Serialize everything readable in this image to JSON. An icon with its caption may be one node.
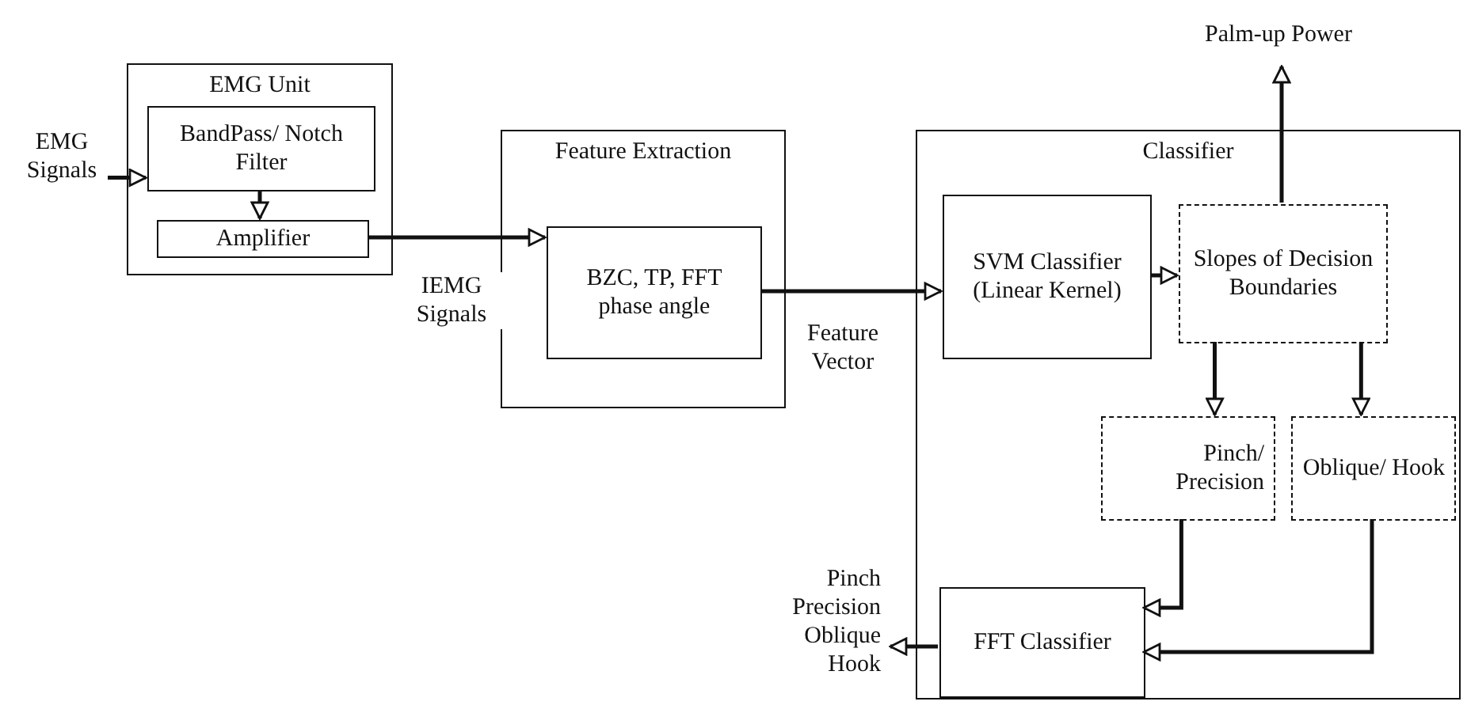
{
  "diagram": {
    "nodes": [
      {
        "text": [
          "EMG Unit"
        ]
      },
      {
        "text": [
          "BandPass/ Notch Filter"
        ],
        "in": 0
      },
      {
        "text": [
          "Amplifier"
        ],
        "in": 0
      },
      {
        "text": [
          "Feature Extraction"
        ]
      },
      {
        "text": [
          "BZC, TP, FFT phase angle"
        ],
        "in": 3
      },
      {
        "text": [
          "Classifier"
        ]
      },
      {
        "text": [
          "SVM Classifier (Linear Kernel)"
        ],
        "in": 5
      },
      {
        "text": [
          "Slopes of Decision Boundaries"
        ],
        "in": 5
      },
      {
        "text": [
          "Pinch/ Precision"
        ],
        "in": 5
      },
      {
        "text": [
          "Oblique/ Hook"
        ],
        "in": 5
      },
      {
        "text": [
          "FFT Classifier"
        ],
        "in": 5
      },
      {
        "text": [
          "EMG Signals"
        ]
      },
      {
        "text": [
          "Palm-up Power"
        ]
      },
      {
        "text": [
          "Pinch",
          "Precision",
          "Oblique",
          "Hook"
        ]
      }
    ],
    "edges": [
      {
        "from": 11,
        "to": 1,
        "arrow": "to"
      },
      {
        "from": 1,
        "to": 2,
        "arrow": "to"
      },
      {
        "from": 2,
        "to": 4,
        "arrow": "to",
        "label": "IEMG Signals"
      },
      {
        "from": 4,
        "to": 6,
        "arrow": "to",
        "label": "Feature Vector"
      },
      {
        "from": 6,
        "to": 7,
        "arrow": "to"
      },
      {
        "from": 7,
        "to": 12,
        "arrow": "to"
      },
      {
        "from": 7,
        "to": 8,
        "arrow": "to"
      },
      {
        "from": 7,
        "to": 9,
        "arrow": "to"
      },
      {
        "from": 8,
        "to": 10,
        "arrow": "to"
      },
      {
        "from": 9,
        "to": 10,
        "arrow": "to"
      },
      {
        "from": 10,
        "to": 13,
        "arrow": "to"
      }
    ]
  }
}
